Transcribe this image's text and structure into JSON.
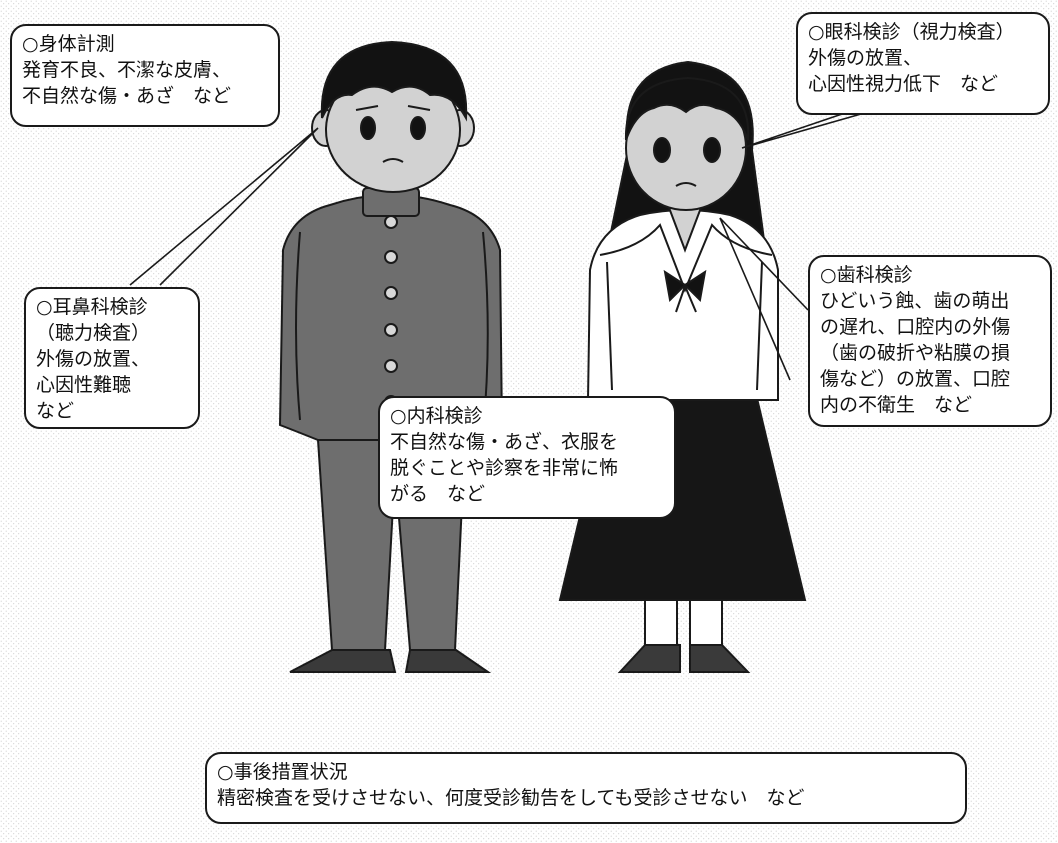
{
  "callouts": {
    "body_measurement": {
      "title": "○身体計測",
      "lines": [
        "発育不良、不潔な皮膚、",
        "不自然な傷・あざ　など"
      ]
    },
    "eye_exam": {
      "title": "○眼科検診（視力検査）",
      "lines": [
        "外傷の放置、",
        "心因性視力低下　など"
      ]
    },
    "ent_exam": {
      "title": "○耳鼻科検診",
      "lines": [
        "（聴力検査）",
        "外傷の放置、",
        "心因性難聴",
        "など"
      ]
    },
    "dental_exam": {
      "title": "○歯科検診",
      "lines": [
        "ひどいう蝕、歯の萌出",
        "の遅れ、口腔内の外傷",
        "（歯の破折や粘膜の損",
        "傷など）の放置、口腔",
        "内の不衛生　など"
      ]
    },
    "internal_exam": {
      "title": "○内科検診",
      "lines": [
        "不自然な傷・あざ、衣服を",
        "脱ぐことや診察を非常に怖",
        "がる　など"
      ]
    },
    "follow_up": {
      "title": "○事後措置状況",
      "lines": [
        "精密検査を受けさせない、何度受診勧告をしても受診させない　など"
      ]
    }
  },
  "colors": {
    "uniform": "#6e6e6e",
    "skin": "#d2d2d2",
    "hair": "#121212",
    "skirt": "#161616",
    "shoes": "#3a3a3a",
    "outline": "#1a1a1a"
  }
}
